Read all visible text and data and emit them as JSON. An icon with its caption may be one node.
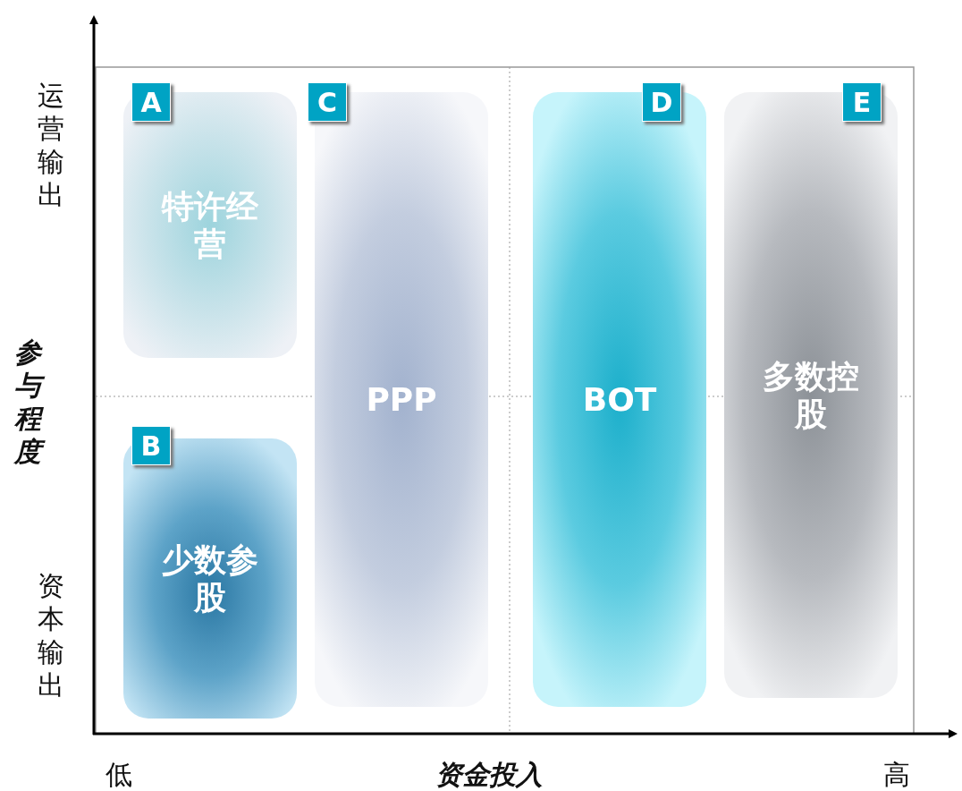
{
  "diagram": {
    "nodes": [
      {
        "text": [
          "A",
          "特许经营"
        ]
      },
      {
        "text": [
          "B",
          "少数参股"
        ]
      },
      {
        "text": [
          "C",
          "PPP"
        ]
      },
      {
        "text": [
          "D",
          "BOT"
        ]
      },
      {
        "text": [
          "E",
          "多数控股"
        ]
      }
    ],
    "labels": [
      "运营输出",
      "参与程度",
      "资本输出",
      "低",
      "资金投入",
      "高"
    ]
  }
}
